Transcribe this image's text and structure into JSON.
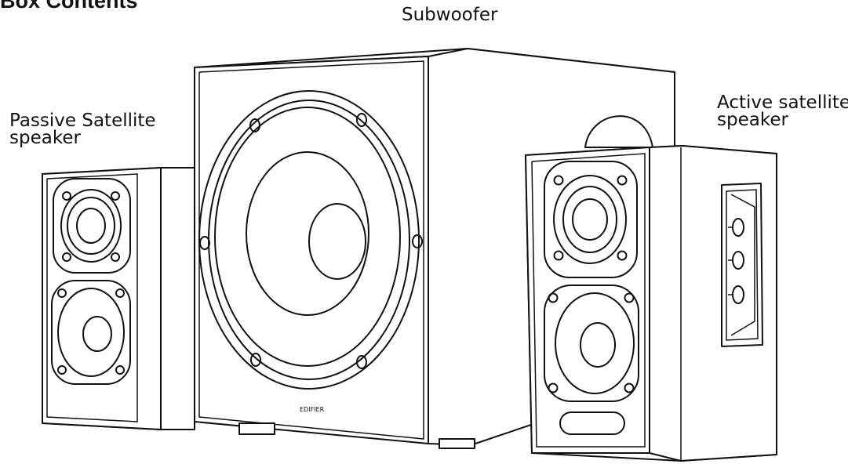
{
  "heading": "Box Contents",
  "labels": {
    "subwoofer": "Subwoofer",
    "passive_line1": "Passive Satellite",
    "passive_line2": "speaker",
    "active_line1": "Active satellite",
    "active_line2": "speaker"
  },
  "brand": "EDIFIER"
}
